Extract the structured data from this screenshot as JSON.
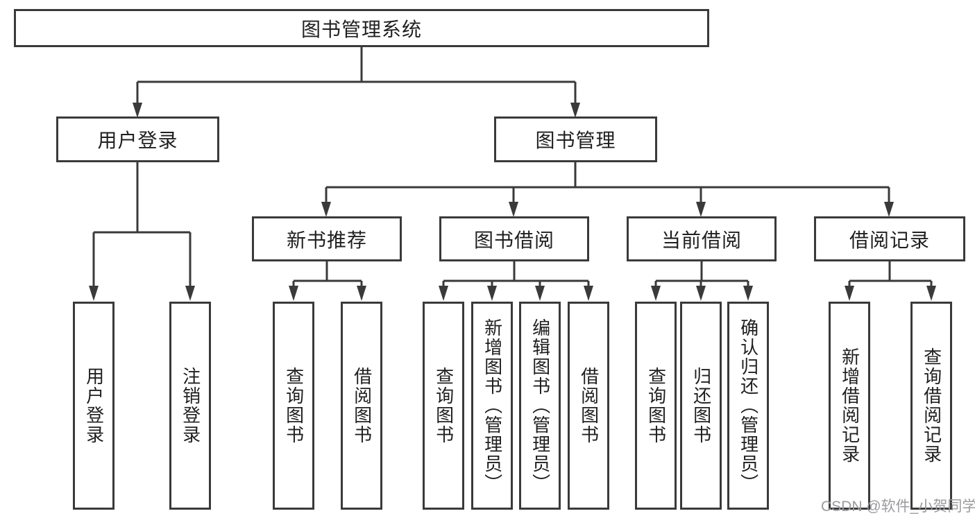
{
  "title": "图书管理系统",
  "watermark": "CSDN @软件_小贺同学",
  "colors": {
    "line": "#3a3a3a",
    "box_border": "#3a3a3a",
    "box_fill": "#ffffff",
    "text": "#1f1f1f",
    "background": "#ffffff",
    "watermark": "#9b9b9f"
  },
  "tree": {
    "label": "图书管理系统",
    "children": [
      {
        "label": "用户登录",
        "children": [
          {
            "label": "用户登录"
          },
          {
            "label": "注销登录"
          }
        ]
      },
      {
        "label": "图书管理",
        "children": [
          {
            "label": "新书推荐",
            "children": [
              {
                "label": "查询图书"
              },
              {
                "label": "借阅图书"
              }
            ]
          },
          {
            "label": "图书借阅",
            "children": [
              {
                "label": "查询图书"
              },
              {
                "label": "新增图书（管理员）"
              },
              {
                "label": "编辑图书（管理员）"
              },
              {
                "label": "借阅图书"
              }
            ]
          },
          {
            "label": "当前借阅",
            "children": [
              {
                "label": "查询图书"
              },
              {
                "label": "归还图书"
              },
              {
                "label": "确认归还（管理员）"
              }
            ]
          },
          {
            "label": "借阅记录",
            "children": [
              {
                "label": "新增借阅记录"
              },
              {
                "label": "查询借阅记录"
              }
            ]
          }
        ]
      }
    ]
  }
}
